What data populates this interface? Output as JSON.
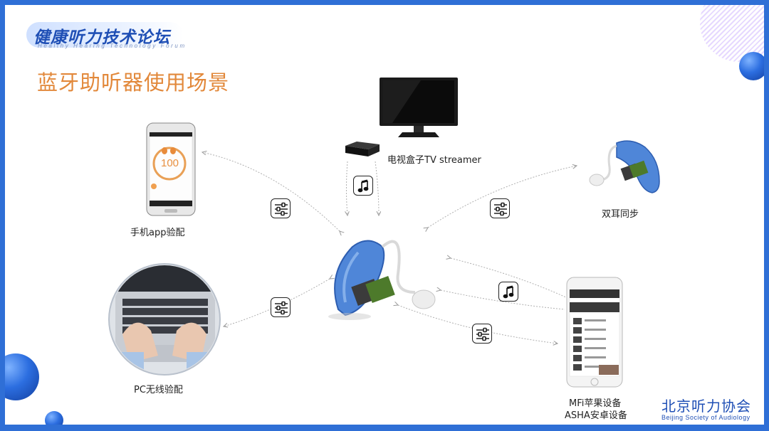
{
  "header": {
    "logo_cn": "健康听力技术论坛",
    "logo_en": "Healthy Hearing Technology Forum",
    "title": "蓝牙助听器使用场景"
  },
  "labels": {
    "phone_app": "手机app验配",
    "tv_box": "电视盒子TV streamer",
    "binaural": "双耳同步",
    "pc": "PC无线验配",
    "mfi": "MFi苹果设备",
    "asha": "ASHA安卓设备"
  },
  "phone_screen": {
    "value": "100"
  },
  "footer": {
    "org_cn": "北京听力协会",
    "org_en": "Beijing Society of Audiology"
  },
  "colors": {
    "accent_title": "#e2883a",
    "brand_blue": "#1f4fb5",
    "hearing_aid_blue": "#4f86d8"
  },
  "icons": [
    "settings-sliders-icon",
    "music-note-icon"
  ]
}
